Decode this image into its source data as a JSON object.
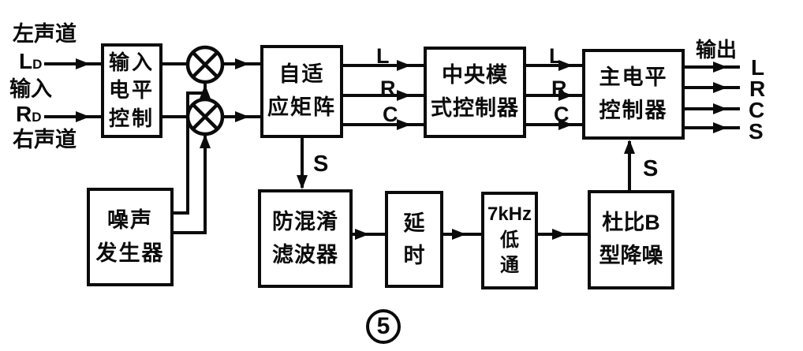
{
  "figure": {
    "number": "5"
  },
  "colors": {
    "ink": "#0b0b0b",
    "background": "#ffffff"
  },
  "inputs": {
    "left_channel_label": "左声道",
    "ld_main": "L",
    "ld_sub": "D",
    "input_label": "输入",
    "rd_main": "R",
    "rd_sub": "D",
    "right_channel_label": "右声道"
  },
  "blocks": {
    "input_level": "输入\n电平\n控制",
    "adaptive_matrix": "自适\n应矩阵",
    "central_mode": "中央模\n式控制器",
    "main_level": "主电平\n控制器",
    "noise_generator": "噪声\n发生器",
    "anti_alias_filter": "防混淆\n滤波器",
    "delay": "延\n时",
    "lowpass_7khz": "7kHz\n低\n通",
    "dolby_b": "杜比B\n型降噪"
  },
  "signals": {
    "matrix_to_central": [
      "L",
      "R",
      "C"
    ],
    "central_to_main": [
      "L",
      "R",
      "C"
    ],
    "s_from_matrix": "S",
    "s_to_main": "S",
    "output_label": "输出",
    "outputs": [
      "L",
      "R",
      "C",
      "S"
    ]
  }
}
